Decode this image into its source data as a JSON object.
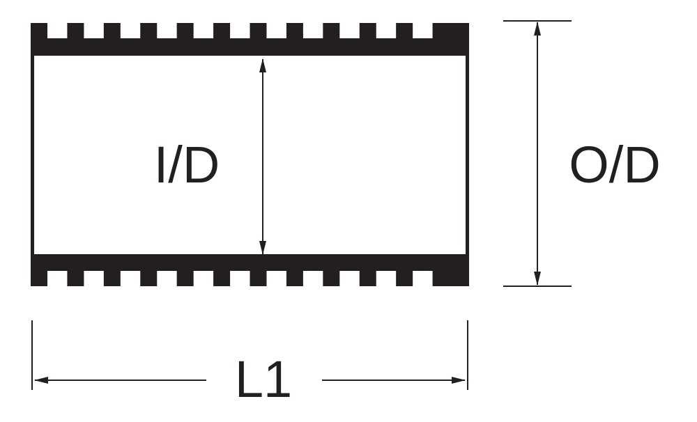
{
  "labels": {
    "inner_diameter": "I/D",
    "outer_diameter": "O/D",
    "length": "L1"
  },
  "colors": {
    "ink": "#231f20",
    "background": "#ffffff"
  }
}
